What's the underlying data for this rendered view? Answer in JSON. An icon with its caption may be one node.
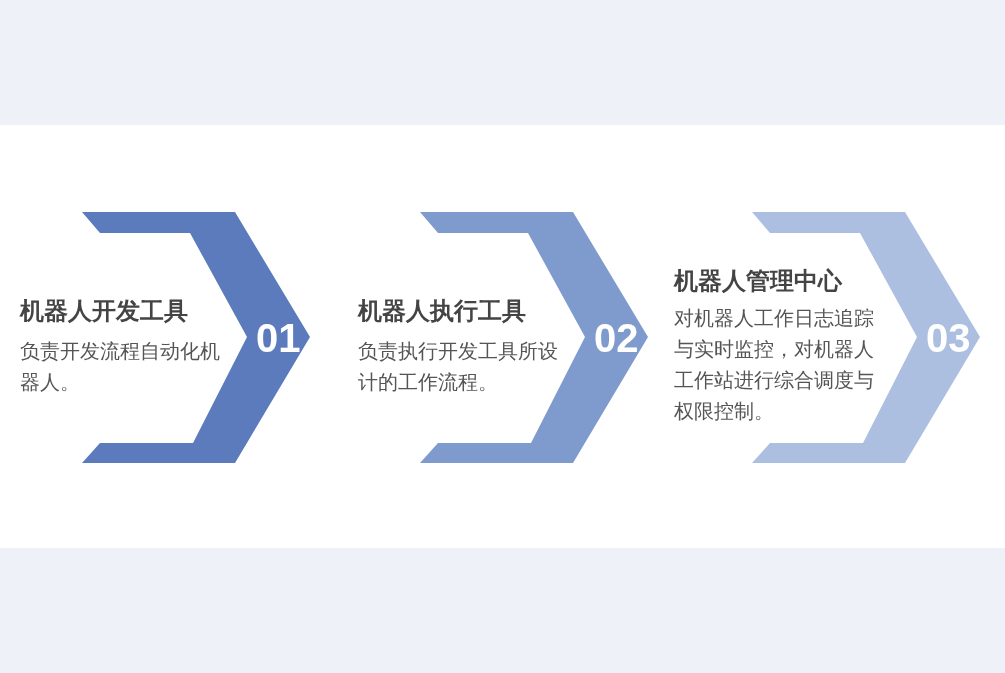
{
  "diagram": {
    "nodes": [
      {
        "text": [
          "机器人开发工具",
          "负责开发流程自动化机器人。",
          "01"
        ]
      },
      {
        "text": [
          "机器人执行工具",
          "负责执行开发工具所设计的工作流程。",
          "02"
        ]
      },
      {
        "text": [
          "机器人管理中心",
          "对机器人工作日志追踪与实时监控，对机器人工作站进行综合调度与权限控制。",
          "03"
        ]
      }
    ]
  }
}
